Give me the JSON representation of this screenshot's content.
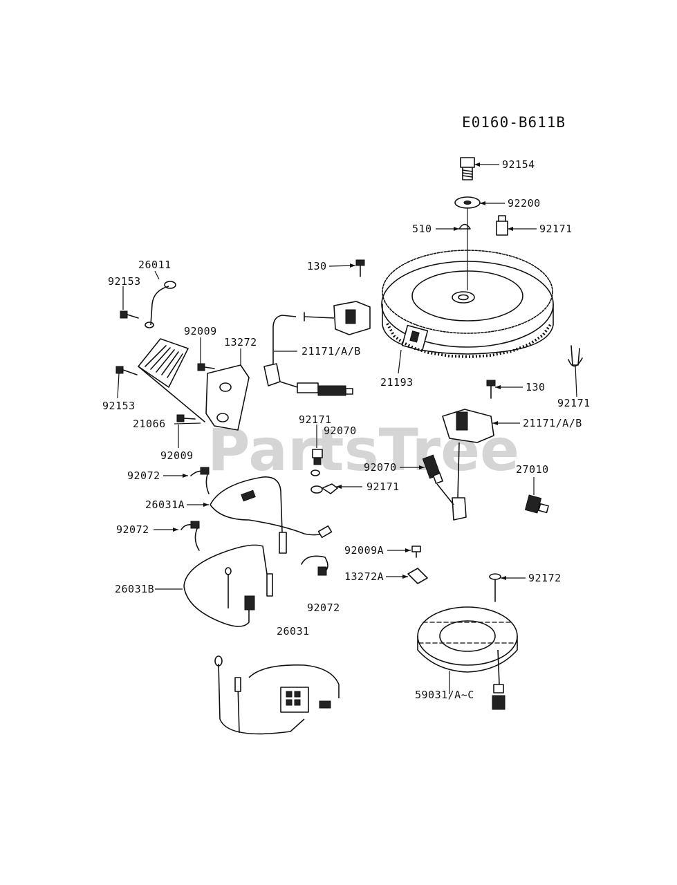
{
  "diagram_code": "E0160-B611B",
  "watermark": "PartsTree",
  "labels": {
    "p92154": "92154",
    "p92200": "92200",
    "p510": "510",
    "p92171_top": "92171",
    "p130_top": "130",
    "p26011": "26011",
    "p92153_a": "92153",
    "p92009_a": "92009",
    "p13272": "13272",
    "p21171_left": "21171/A/B",
    "p21193": "21193",
    "p130_right": "130",
    "p92171_right": "92171",
    "p92153_b": "92153",
    "p21066": "21066",
    "p92171_mid": "92171",
    "p92070_mid": "92070",
    "p21171_right": "21171/A/B",
    "p92009_b": "92009",
    "p92070_right": "92070",
    "p27010": "27010",
    "p92072_a": "92072",
    "p92171_bottom": "92171",
    "p26031A": "26031A",
    "p92072_b": "92072",
    "p92009A": "92009A",
    "p13272A": "13272A",
    "p92172": "92172",
    "p26031B": "26031B",
    "p92072_c": "92072",
    "p26031": "26031",
    "p59031": "59031/A~C"
  }
}
